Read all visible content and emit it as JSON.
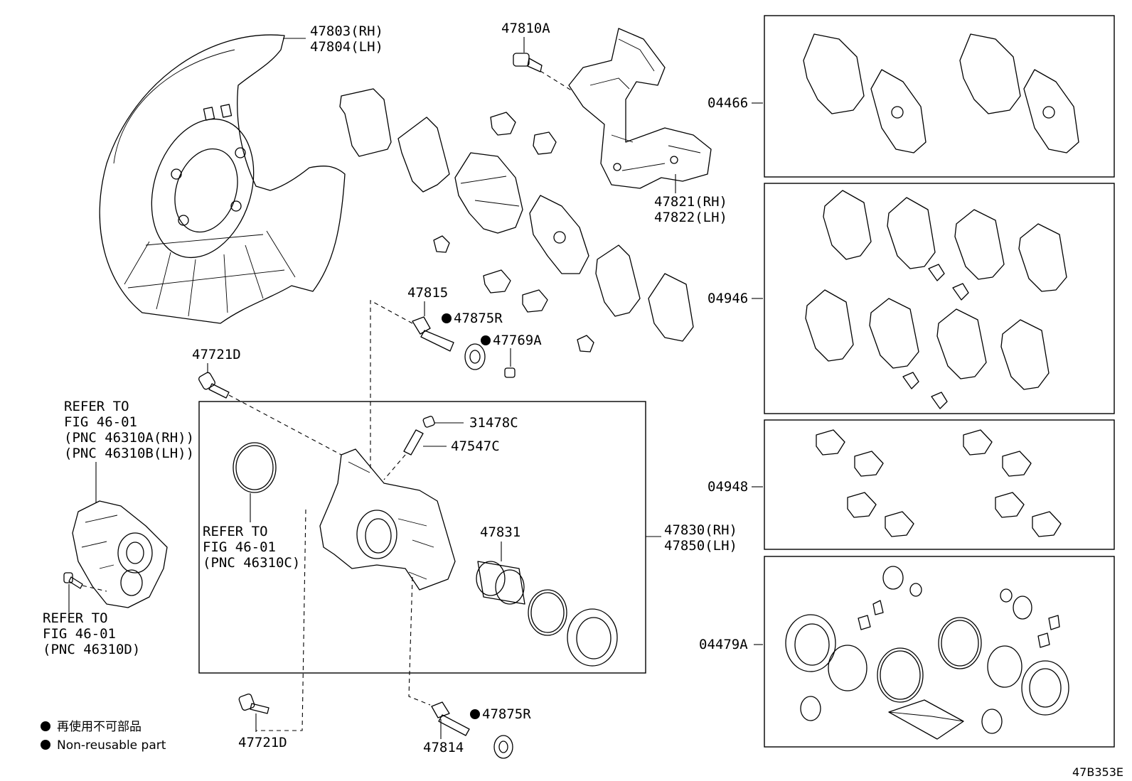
{
  "labels": {
    "shield": [
      "47803(RH)",
      "47804(LH)"
    ],
    "bolt_47810A": "47810A",
    "mounting": [
      "47821(RH)",
      "47822(LH)"
    ],
    "pin_47815": "47815",
    "boot_47875R_top": "47875R",
    "boot_47769A": "47769A",
    "bolt_47721D_top": "47721D",
    "refer_a": [
      "REFER TO",
      "FIG 46-01",
      "(PNC 46310A(RH))",
      "(PNC 46310B(LH))"
    ],
    "refer_c": [
      "REFER TO",
      "FIG 46-01",
      "(PNC 46310C)"
    ],
    "refer_d": [
      "REFER TO",
      "FIG 46-01",
      "(PNC 46310D)"
    ],
    "cap_31478C": "31478C",
    "bleeder_47547C": "47547C",
    "piston_47831": "47831",
    "caliper": [
      "47830(RH)",
      "47850(LH)"
    ],
    "bolt_47721D_bottom": "47721D",
    "pin_47814": "47814",
    "boot_47875R_bottom": "47875R",
    "kit_04466": "04466",
    "kit_04946": "04946",
    "kit_04948": "04948",
    "kit_04479A": "04479A"
  },
  "legend": {
    "japanese": "再使用不可部品",
    "english": "Non-reusable part"
  },
  "drawing_code": "47B353E"
}
